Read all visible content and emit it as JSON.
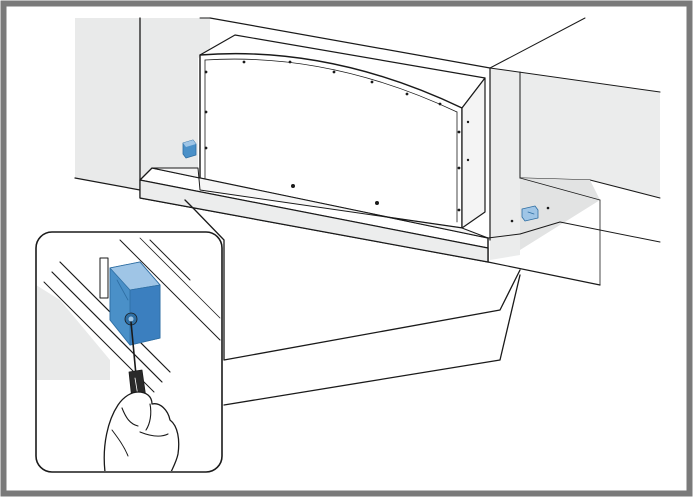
{
  "figure": {
    "kind": "installation-illustration",
    "components": [
      {
        "name": "kitchen-cabinet-wall-unit"
      },
      {
        "name": "cooker-hood-body"
      },
      {
        "name": "hood-front-panel"
      },
      {
        "name": "mounting-bracket-left"
      },
      {
        "name": "mounting-bracket-right"
      },
      {
        "name": "detail-callout-inset"
      },
      {
        "name": "screwdriver-icon"
      },
      {
        "name": "hand-icon"
      }
    ],
    "colors": {
      "frame": "#7a7a7a",
      "line": "#1a1a1a",
      "wall_shade": "#e9eaea",
      "hood_face": "#ffffff",
      "bracket_blue": "#4a90c8",
      "bracket_blue_light": "#9fc5e6",
      "bracket_blue_dark": "#2e6ea3",
      "screw_blue": "#3b7fbf",
      "handle_dark": "#2a2a2a"
    }
  }
}
